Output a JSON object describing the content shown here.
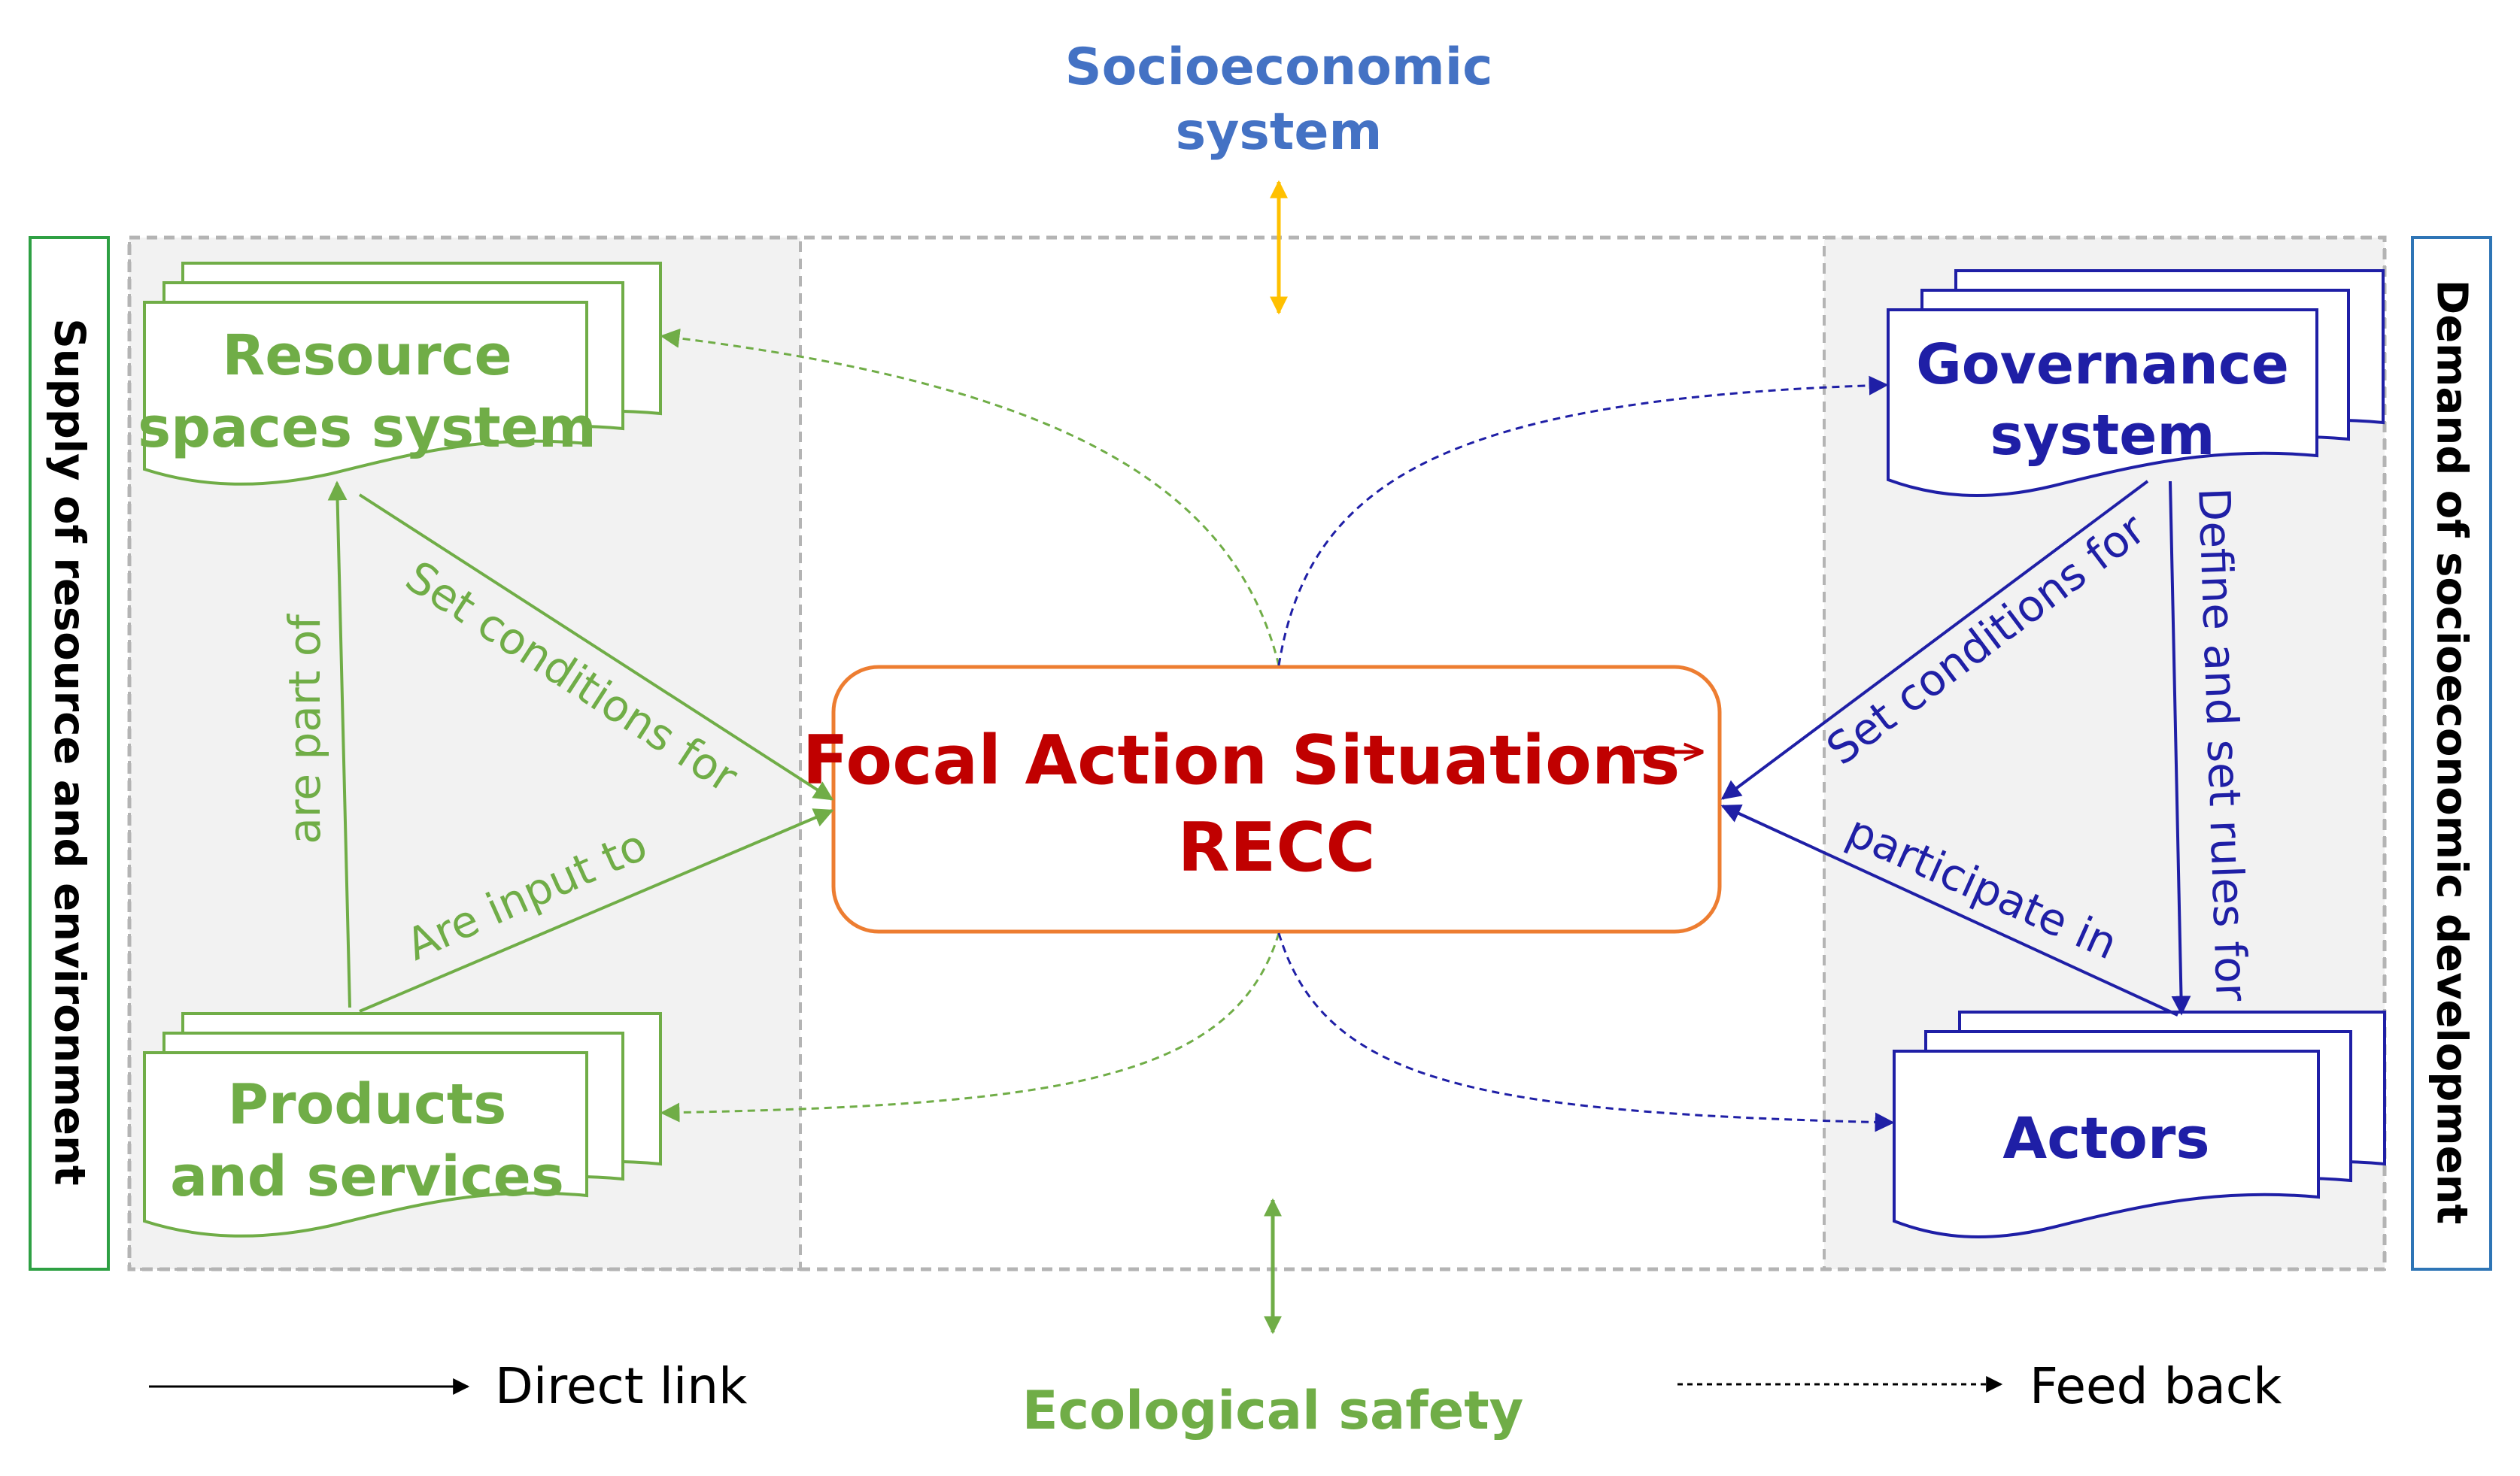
{
  "colors": {
    "green": "#70AD47",
    "blue": "#1F1FA6",
    "red": "#C00000",
    "orange": "#ED7D31",
    "title_blue": "#4472C4",
    "yellow": "#FFC000",
    "panel_fill": "#F2F2F2",
    "dash_border": "#B4B4B4",
    "side_green": "#2EA043",
    "side_blue": "#2E75B6",
    "black": "#000000"
  },
  "top_label": {
    "line1": "Socioeconomic",
    "line2": "system"
  },
  "bottom_label": "Ecological safety",
  "left_side_label": "Supply of resource and environment",
  "right_side_label": "Demand of socioeconomic development",
  "nodes": {
    "resource": {
      "line1": "Resource",
      "line2": "spaces system"
    },
    "products": {
      "line1": "Products",
      "line2": "and services"
    },
    "governance": {
      "line1": "Governance",
      "line2": "system"
    },
    "actors": {
      "line1": "Actors"
    },
    "focal": {
      "line1": "Focal Action Situations",
      "line2": "RECC"
    }
  },
  "links": {
    "are_part_of": "are part of",
    "set_conditions_left": "Set conditions for",
    "are_input_to": "Are input to",
    "set_conditions_right": "Set conditions for",
    "define_rules": "Define and set rules for",
    "participate_in": "participate in"
  },
  "legend": {
    "direct": "Direct link",
    "feedback": "Feed back"
  }
}
